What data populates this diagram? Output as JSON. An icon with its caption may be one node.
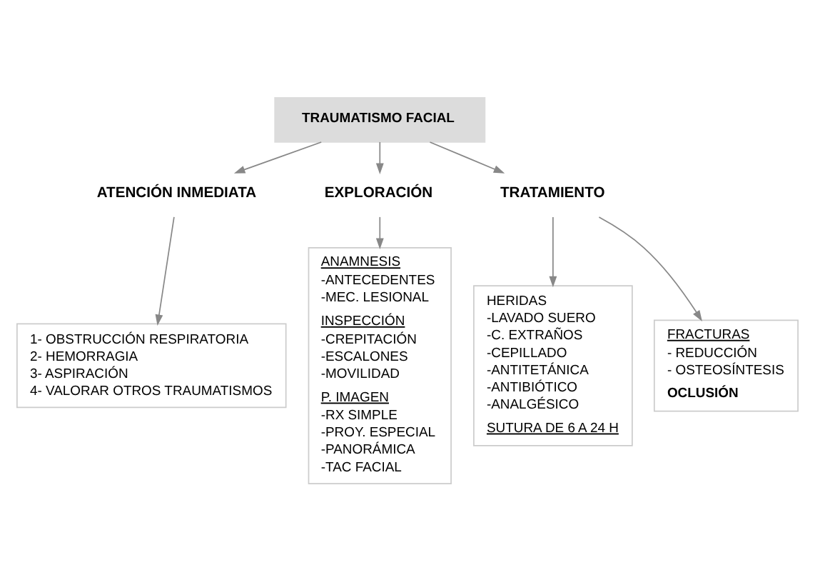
{
  "diagram": {
    "nodes": [
      {
        "text": [
          "TRAUMATISMO FACIAL"
        ]
      },
      {
        "text": [
          "ATENCIÓN INMEDIATA"
        ]
      },
      {
        "text": [
          "EXPLORACIÓN"
        ]
      },
      {
        "text": [
          "TRATAMIENTO"
        ]
      },
      {
        "text": [
          "1- OBSTRUCCIÓN RESPIRATORIA",
          "2- HEMORRAGIA",
          "3- ASPIRACIÓN",
          "4- VALORAR OTROS TRAUMATISMOS"
        ]
      },
      {
        "text": [
          "ANAMNESIS",
          "-ANTECEDENTES",
          "-MEC. LESIONAL",
          "INSPECCIÓN",
          "-CREPITACIÓN",
          "-ESCALONES",
          "-MOVILIDAD",
          "P. IMAGEN",
          "-RX SIMPLE",
          "-PROY. ESPECIAL",
          "-PANORÁMICA",
          "-TAC FACIAL"
        ]
      },
      {
        "text": [
          "HERIDAS",
          "-LAVADO SUERO",
          "-C. EXTRAÑOS",
          "-CEPILLADO",
          "-ANTITETÁNICA",
          "-ANTIBIÓTICO",
          "-ANALGÉSICO",
          "SUTURA DE 6 A 24 H"
        ]
      },
      {
        "text": [
          "FRACTURAS",
          "- REDUCCIÓN",
          "- OSTEOSÍNTESIS",
          "OCLUSIÓN"
        ]
      }
    ],
    "edges": [
      {
        "from": 0,
        "to": 1,
        "arrow": "to"
      },
      {
        "from": 0,
        "to": 2,
        "arrow": "to"
      },
      {
        "from": 0,
        "to": 3,
        "arrow": "to"
      },
      {
        "from": 1,
        "to": 4,
        "arrow": "to"
      },
      {
        "from": 2,
        "to": 5,
        "arrow": "to"
      },
      {
        "from": 3,
        "to": 6,
        "arrow": "to"
      },
      {
        "from": 3,
        "to": 7,
        "arrow": "to"
      }
    ]
  }
}
